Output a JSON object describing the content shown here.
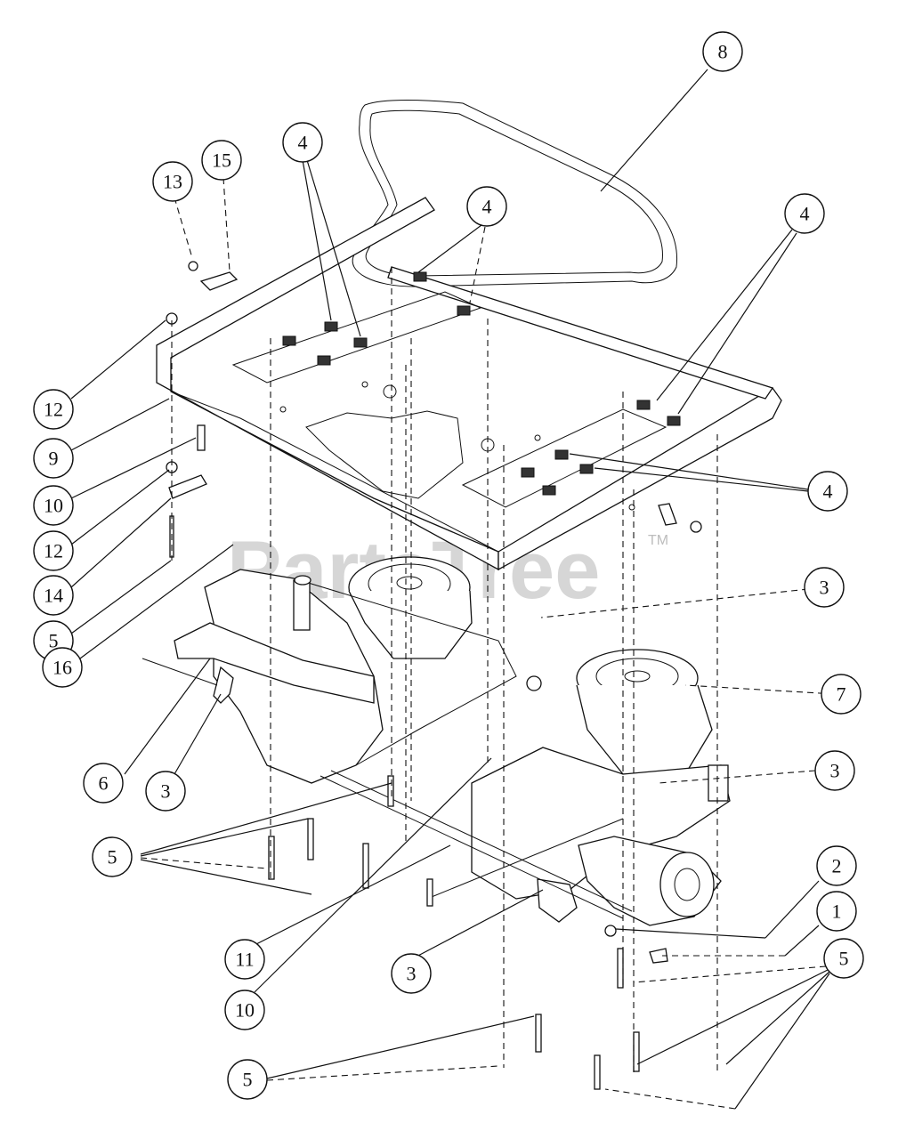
{
  "watermark": {
    "text": "PartsTree",
    "trademark": "TM"
  },
  "callouts": [
    {
      "id": "c8",
      "label": "8"
    },
    {
      "id": "c15",
      "label": "15"
    },
    {
      "id": "c13",
      "label": "13"
    },
    {
      "id": "c4a",
      "label": "4"
    },
    {
      "id": "c4b",
      "label": "4"
    },
    {
      "id": "c4c",
      "label": "4"
    },
    {
      "id": "c4d",
      "label": "4"
    },
    {
      "id": "c12a",
      "label": "12"
    },
    {
      "id": "c9",
      "label": "9"
    },
    {
      "id": "c10a",
      "label": "10"
    },
    {
      "id": "c12b",
      "label": "12"
    },
    {
      "id": "c14",
      "label": "14"
    },
    {
      "id": "c5a",
      "label": "5"
    },
    {
      "id": "c16",
      "label": "16"
    },
    {
      "id": "c3a",
      "label": "3"
    },
    {
      "id": "c7",
      "label": "7"
    },
    {
      "id": "c6",
      "label": "6"
    },
    {
      "id": "c3b",
      "label": "3"
    },
    {
      "id": "c3c",
      "label": "3"
    },
    {
      "id": "c5b",
      "label": "5"
    },
    {
      "id": "c2",
      "label": "2"
    },
    {
      "id": "c1",
      "label": "1"
    },
    {
      "id": "c11",
      "label": "11"
    },
    {
      "id": "c5c",
      "label": "5"
    },
    {
      "id": "c3d",
      "label": "3"
    },
    {
      "id": "c10b",
      "label": "10"
    },
    {
      "id": "c5d",
      "label": "5"
    }
  ]
}
